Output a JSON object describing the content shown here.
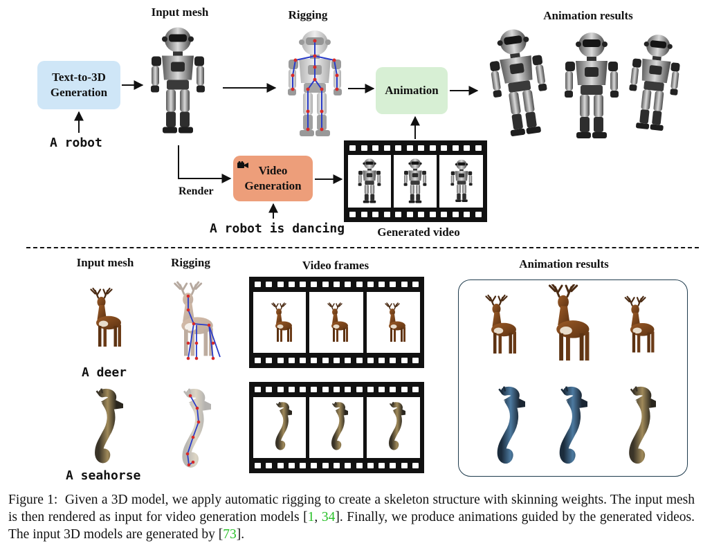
{
  "top": {
    "input_mesh_title": "Input mesh",
    "rigging_title": "Rigging",
    "animation_results_title": "Animation results",
    "text_to_3d": [
      "Text-to-3D",
      "Generation"
    ],
    "prompt_robot": "A robot",
    "animation_label": "Animation",
    "render_label": "Render",
    "video_generation": [
      "Video",
      "Generation"
    ],
    "prompt_dancing": "A robot is dancing",
    "generated_video_label": "Generated video"
  },
  "bottom": {
    "input_mesh_title": "Input mesh",
    "rigging_title": "Rigging",
    "video_frames_title": "Video frames",
    "animation_results_title": "Animation results",
    "deer_label": "A deer",
    "seahorse_label": "A seahorse"
  },
  "caption": {
    "prefix": "Figure 1:",
    "text1": "Given a 3D model, we apply automatic rigging to create a skeleton structure with skinning weights. The input mesh is then rendered as input for video generation models [",
    "ref1": "1",
    "sep": ", ",
    "ref2": "34",
    "text2": "]. Finally, we produce animations guided by the generated videos. The input 3D models are generated by [",
    "ref3": "73",
    "text3": "]."
  },
  "colors": {
    "text_to_3d_fill": "#cfe6f7",
    "animation_fill": "#d7efd4",
    "video_generation_fill": "#ed9e7a",
    "reference_link": "#28c028",
    "skeleton_bone": "#2a3cc8",
    "skeleton_joint": "#d62a2a"
  }
}
